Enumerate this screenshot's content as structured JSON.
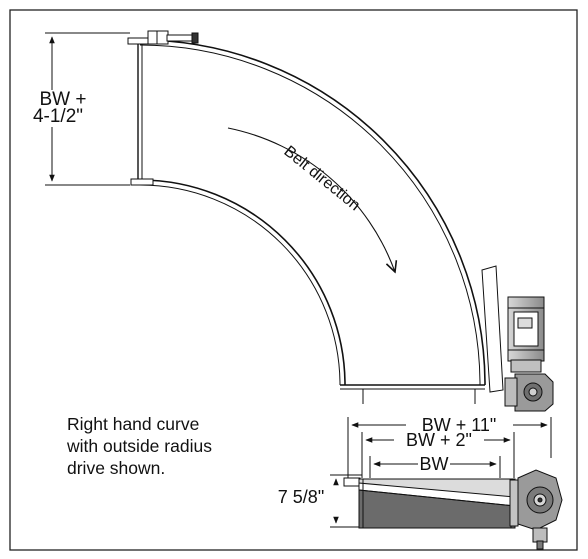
{
  "dimensions": {
    "height_label_line1": "BW +",
    "height_label_line2": "4-1/2\"",
    "bw_plus_11": "BW + 11\"",
    "bw_plus_2": "BW + 2\"",
    "bw": "BW",
    "side_height": "7 5/8\""
  },
  "belt_direction": "Belt direction",
  "caption": {
    "line1": "Right hand curve",
    "line2": "with outside radius",
    "line3": "drive shown."
  },
  "colors": {
    "stroke": "#111111",
    "shade": "#6b6b6b",
    "border": "#222222"
  }
}
